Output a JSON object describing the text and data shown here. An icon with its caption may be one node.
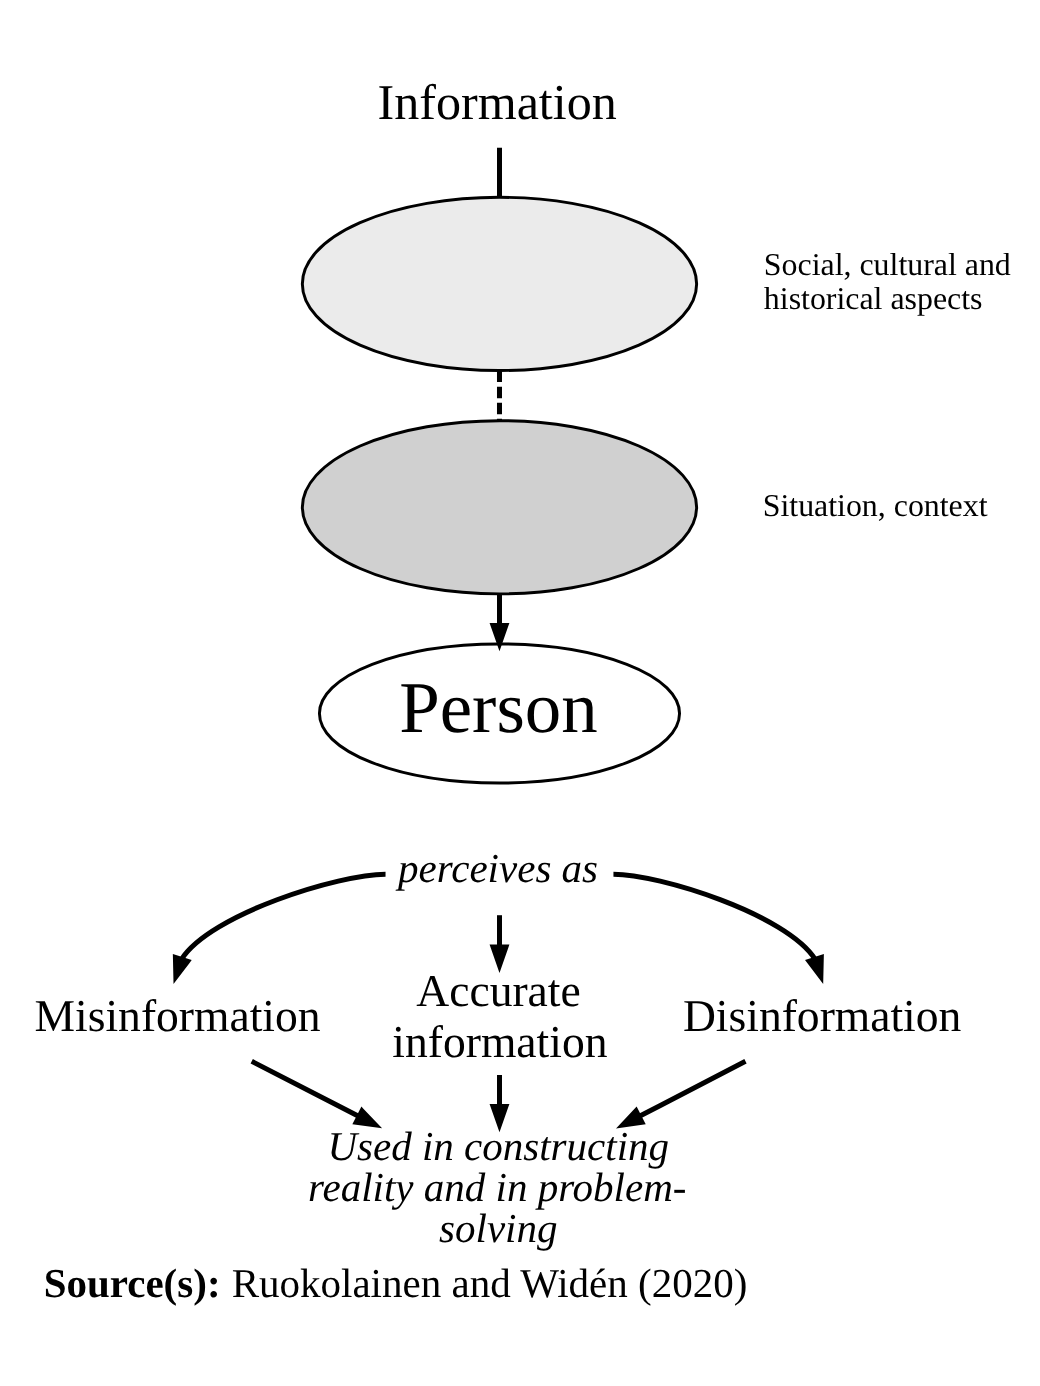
{
  "diagram": {
    "caption": "**Source(s):** Ruokolainen and Widén (2020)",
    "nodes": [
      {
        "text": [
          "Information"
        ]
      },
      {
        "text": [],
        "shape": "ellipse",
        "beside": [
          "Social, cultural and historical aspects"
        ]
      },
      {
        "text": [],
        "shape": "ellipse",
        "beside": [
          "Situation, context"
        ]
      },
      {
        "text": [
          "Person"
        ]
      },
      {
        "text": [
          "perceives as"
        ]
      },
      {
        "text": [
          "Misinformation"
        ]
      },
      {
        "text": [
          "Accurate information"
        ]
      },
      {
        "text": [
          "Disinformation"
        ]
      },
      {
        "text": [
          "Used in constructing reality and in problem-solving"
        ]
      }
    ],
    "edges": [
      {
        "from": 0,
        "to": 1,
        "arrow": "none"
      },
      {
        "from": 1,
        "to": 2,
        "arrow": "none",
        "style": "dashed"
      },
      {
        "from": 2,
        "to": 3,
        "arrow": "to"
      },
      {
        "from": 4,
        "to": 5,
        "arrow": "to"
      },
      {
        "from": 4,
        "to": 6,
        "arrow": "to"
      },
      {
        "from": 4,
        "to": 7,
        "arrow": "to"
      },
      {
        "from": 5,
        "to": 8,
        "arrow": "to"
      },
      {
        "from": 6,
        "to": 8,
        "arrow": "to"
      },
      {
        "from": 7,
        "to": 8,
        "arrow": "to"
      }
    ]
  }
}
